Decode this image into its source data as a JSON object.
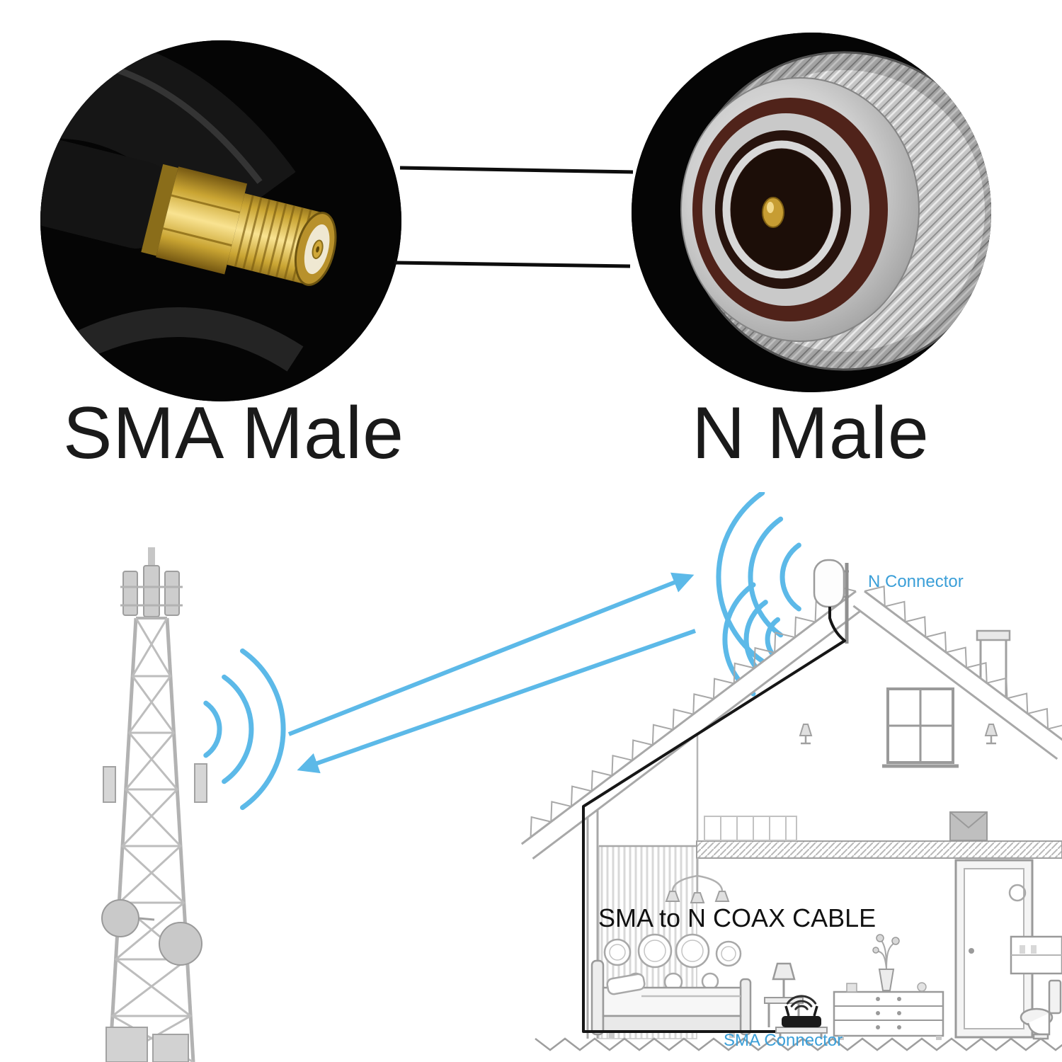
{
  "connectors": {
    "left": {
      "label": "SMA Male"
    },
    "right": {
      "label": "N Male"
    }
  },
  "diagram": {
    "n_connector_label": "N Connector",
    "cable_label": "SMA to N COAX CABLE",
    "sma_connector_label": "SMA Connector"
  },
  "colors": {
    "signal_blue": "#5cb9e8",
    "callout_blue": "#3b9fd8",
    "text_dark": "#111111",
    "gold": "#d4af37",
    "silver": "#c0c0c0",
    "illustration_gray": "#a8a8a8",
    "cable_black": "#161616"
  },
  "icons": {
    "left_photo": "sma-male-connector",
    "right_photo": "n-male-connector",
    "tower": "cell-tower",
    "waves": "signal-waves",
    "antenna": "outdoor-panel-antenna",
    "router": "wifi-router",
    "house": "house-cross-section"
  }
}
